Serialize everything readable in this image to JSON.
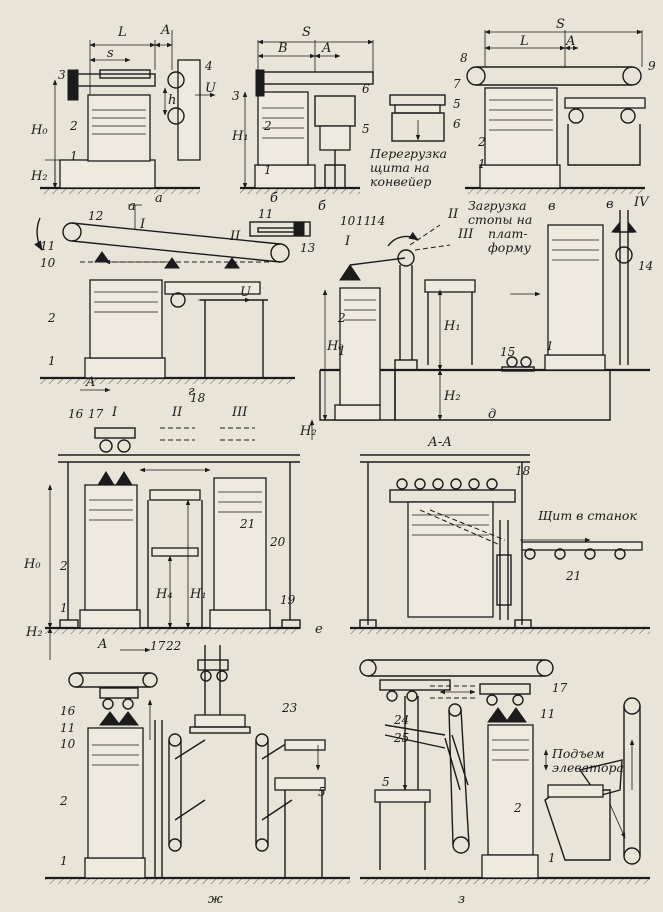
{
  "panels": {
    "a": "а",
    "b": "б",
    "v": "в",
    "g": "г",
    "d": "д",
    "e": "е",
    "zh": "ж",
    "z": "з"
  },
  "dims": {
    "L": "L",
    "S": "S",
    "A": "A",
    "B": "B",
    "s": "s",
    "h": "h",
    "H0": "H₀",
    "H1": "H₁",
    "H2": "H₂",
    "H4": "H₄",
    "U": "U",
    "AA": "А-А"
  },
  "roman": {
    "I": "I",
    "II": "II",
    "III": "III",
    "IV": "IV"
  },
  "numbers": [
    "1",
    "2",
    "3",
    "4",
    "5",
    "6",
    "7",
    "8",
    "9",
    "10",
    "11",
    "12",
    "13",
    "14",
    "15",
    "16",
    "17",
    "18",
    "19",
    "20",
    "21",
    "22",
    "23",
    "24",
    "25"
  ],
  "captions": {
    "transfer_line1": "Перегрузка",
    "transfer_line2": "щита на",
    "transfer_line3": "конвейер",
    "loading_line1": "Загрузка",
    "loading_line2": "стопы на",
    "loading_line3": "плат-",
    "loading_line4": "форму",
    "panel_to_machine": "Щит  в станок",
    "elevator_line1": "Подъем",
    "elevator_line2": "элеватора"
  }
}
